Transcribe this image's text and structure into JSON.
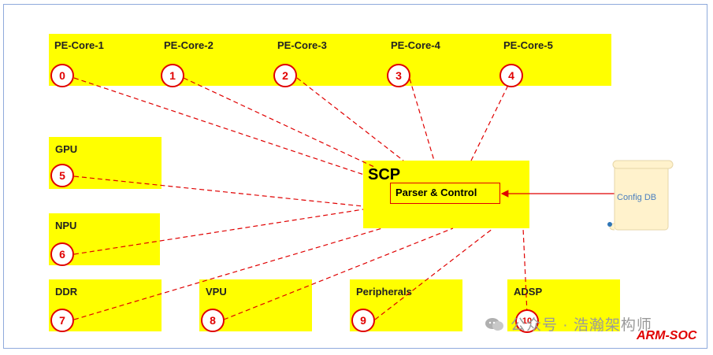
{
  "cores": [
    {
      "label": "PE-Core-1",
      "num": "0"
    },
    {
      "label": "PE-Core-2",
      "num": "1"
    },
    {
      "label": "PE-Core-3",
      "num": "2"
    },
    {
      "label": "PE-Core-4",
      "num": "3"
    },
    {
      "label": "PE-Core-5",
      "num": "4"
    }
  ],
  "gpu": {
    "label": "GPU",
    "num": "5"
  },
  "npu": {
    "label": "NPU",
    "num": "6"
  },
  "ddr": {
    "label": "DDR",
    "num": "7"
  },
  "vpu": {
    "label": "VPU",
    "num": "8"
  },
  "peripherals": {
    "label": "Peripherals",
    "num": "9"
  },
  "adsp": {
    "label": "ADSP",
    "num": "10"
  },
  "scp": {
    "title": "SCP",
    "parser": "Parser & Control"
  },
  "config_db": {
    "label": "Config DB"
  },
  "watermark": "公众号 · 浩瀚架构师",
  "brand": "ARM-SOC",
  "colors": {
    "box_fill": "#ffff00",
    "connector": "#e00000",
    "frame": "#8faadc"
  }
}
